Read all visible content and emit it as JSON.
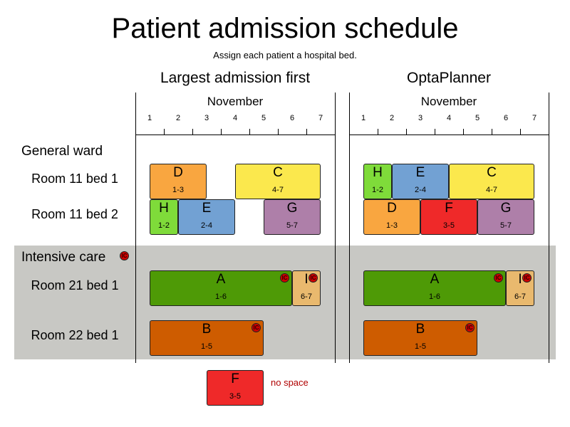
{
  "title": "Patient admission schedule",
  "subtitle": "Assign each patient a hospital bed.",
  "panels": [
    {
      "title": "Largest admission first",
      "month": "November"
    },
    {
      "title": "OptaPlanner",
      "month": "November"
    }
  ],
  "days": [
    "1",
    "2",
    "3",
    "4",
    "5",
    "6",
    "7"
  ],
  "groups": {
    "general": "General ward",
    "icu": "Intensive care"
  },
  "rooms": [
    "Room 11 bed 1",
    "Room 11 bed 2",
    "Room 21 bed 1",
    "Room 22 bed 1"
  ],
  "badge_symbol": "IC",
  "left_bookings": [
    {
      "letter": "D",
      "range": "1-3"
    },
    {
      "letter": "C",
      "range": "4-7"
    },
    {
      "letter": "H",
      "range": "1-2"
    },
    {
      "letter": "E",
      "range": "2-4"
    },
    {
      "letter": "G",
      "range": "5-7"
    },
    {
      "letter": "A",
      "range": "1-6"
    },
    {
      "letter": "I",
      "range": "6-7"
    },
    {
      "letter": "B",
      "range": "1-5"
    }
  ],
  "right_bookings": [
    {
      "letter": "H",
      "range": "1-2"
    },
    {
      "letter": "E",
      "range": "2-4"
    },
    {
      "letter": "C",
      "range": "4-7"
    },
    {
      "letter": "D",
      "range": "1-3"
    },
    {
      "letter": "F",
      "range": "3-5"
    },
    {
      "letter": "G",
      "range": "5-7"
    },
    {
      "letter": "A",
      "range": "1-6"
    },
    {
      "letter": "I",
      "range": "6-7"
    },
    {
      "letter": "B",
      "range": "1-5"
    }
  ],
  "unassigned": {
    "letter": "F",
    "range": "3-5",
    "note": "no space"
  },
  "colors": {
    "orange": "#f9a640",
    "yellow": "#fbe84d",
    "light_green": "#7fdb3a",
    "blue": "#72a1d3",
    "purple": "#ae7fa9",
    "dark_green": "#4e9a06",
    "tan": "#e9b96e",
    "rust": "#ce5c00",
    "red": "#ef2929",
    "icu_background": "#c8c8c4",
    "badge": "#cc0000"
  }
}
